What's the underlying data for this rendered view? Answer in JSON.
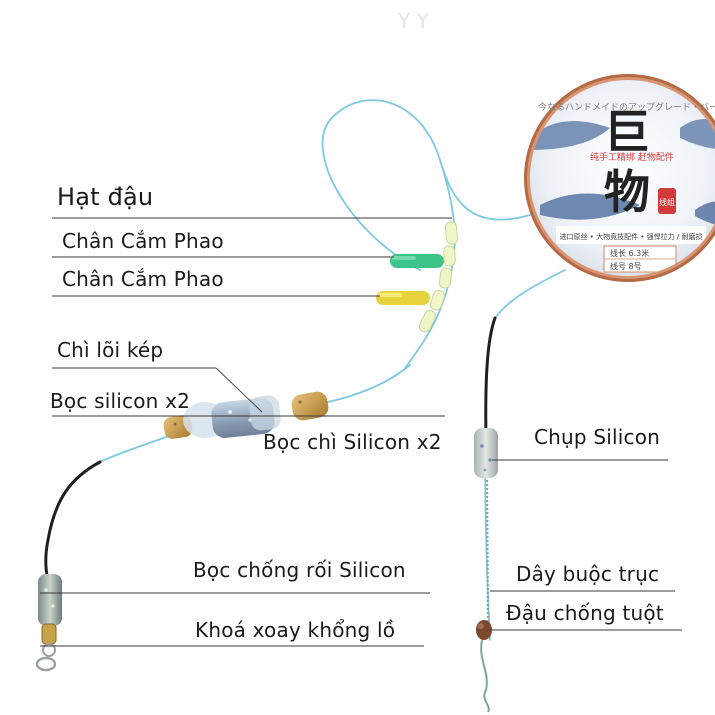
{
  "spool": {
    "title_chars": [
      "巨",
      "物"
    ],
    "tag": "线组",
    "subtitle": "纯手工精绑 赶物配件",
    "arc_text": "今なるハンドメイドのアップグレード・バー",
    "features": "进口原丝 • 大物竞技配件 • 强悍拉力 / 耐磨损",
    "spec_length": "线长  6.3米",
    "spec_size": "线号  8号"
  },
  "labels": {
    "hat_dau": "Hạt đậu",
    "chan_cam_phao_1": "Chân Cắm Phao",
    "chan_cam_phao_2": "Chân Cắm Phao",
    "chi_loi_kep": "Chì lõi kép",
    "boc_silicon_x2": "Bọc silicon x2",
    "boc_chi_silicon_x2": "Bọc chì Silicon x2",
    "chup_silicon": "Chụp Silicon",
    "boc_chong_roi_silicon": "Bọc chống rối Silicon",
    "khoa_xoay_khong_lo": "Khoá xoay khổng lồ",
    "day_buoc_truc": "Dây buộc trục",
    "dau_chong_tuot": "Đậu chống tuột"
  },
  "colors": {
    "line": "#7ec8e3",
    "leader": "#1f1f1f",
    "float_green": "#3cc48a",
    "float_yellow": "#e6d23a",
    "bead": "#f1f6c8",
    "spool_rim": "#c47a55",
    "label_line": "#3a3a3a"
  }
}
